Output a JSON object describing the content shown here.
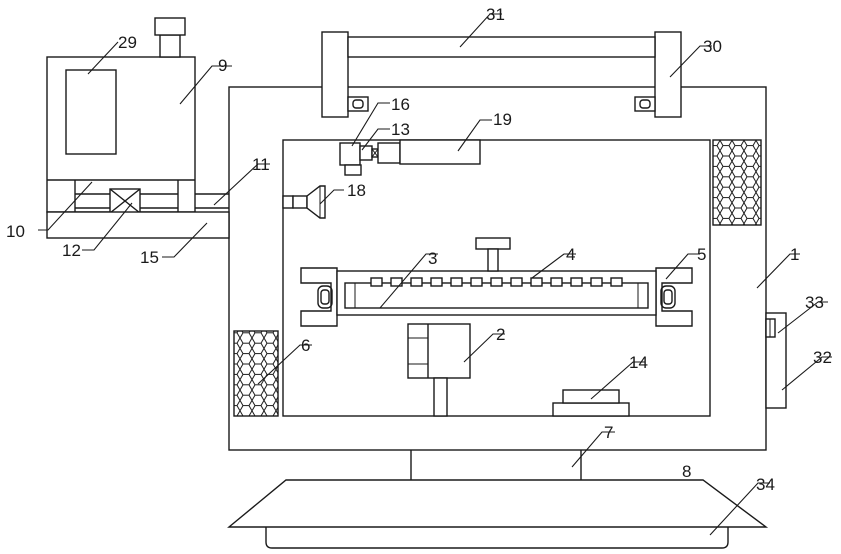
{
  "labels": {
    "l1": "1",
    "l2": "2",
    "l3": "3",
    "l4": "4",
    "l5": "5",
    "l6": "6",
    "l7": "7",
    "l8": "8",
    "l9": "9",
    "l10": "10",
    "l11": "11",
    "l12": "12",
    "l13": "13",
    "l14": "14",
    "l15": "15",
    "l16": "16",
    "l18": "18",
    "l19": "19",
    "l29": "29",
    "l30": "30",
    "l31": "31",
    "l32": "32",
    "l33": "33",
    "l34": "34"
  }
}
